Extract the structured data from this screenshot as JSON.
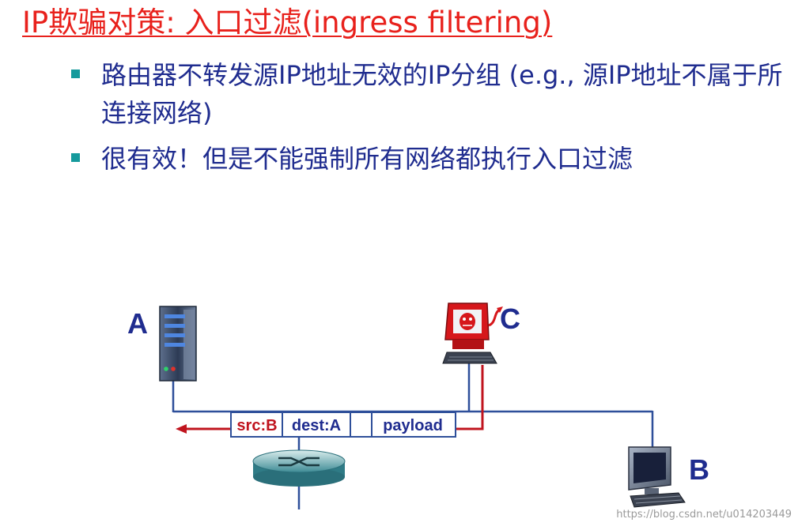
{
  "title": "IP欺骗对策: 入口过滤(ingress filtering)",
  "bullets": [
    {
      "text": "路由器不转发源IP地址无效的IP分组 (e.g., 源IP地址不属于所连接网络)"
    },
    {
      "text": "很有效！但是不能强制所有网络都执行入口过滤"
    }
  ],
  "diagram": {
    "host_a_label": "A",
    "host_b_label": "B",
    "host_c_label": "C",
    "packet": {
      "src": "src:B",
      "dest": "dest:A",
      "empty": "",
      "payload": "payload"
    }
  },
  "colors": {
    "title": "#e8211c",
    "body_text": "#1f2c8f",
    "bullet_marker": "#159a9c",
    "network_line": "#2e4f9a",
    "spoof_path": "#c0141e"
  },
  "watermark": "https://blog.csdn.net/u014203449"
}
